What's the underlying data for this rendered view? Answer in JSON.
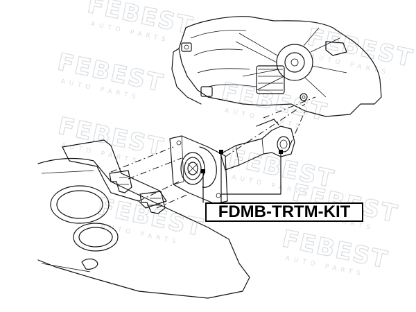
{
  "watermark": {
    "brand": "FEBEST",
    "tagline": "AUTO PARTS"
  },
  "label": {
    "part_number": "FDMB-TRTM-KIT"
  },
  "colors": {
    "line": "#111111",
    "watermark": "#d9dde1",
    "background": "#ffffff"
  }
}
